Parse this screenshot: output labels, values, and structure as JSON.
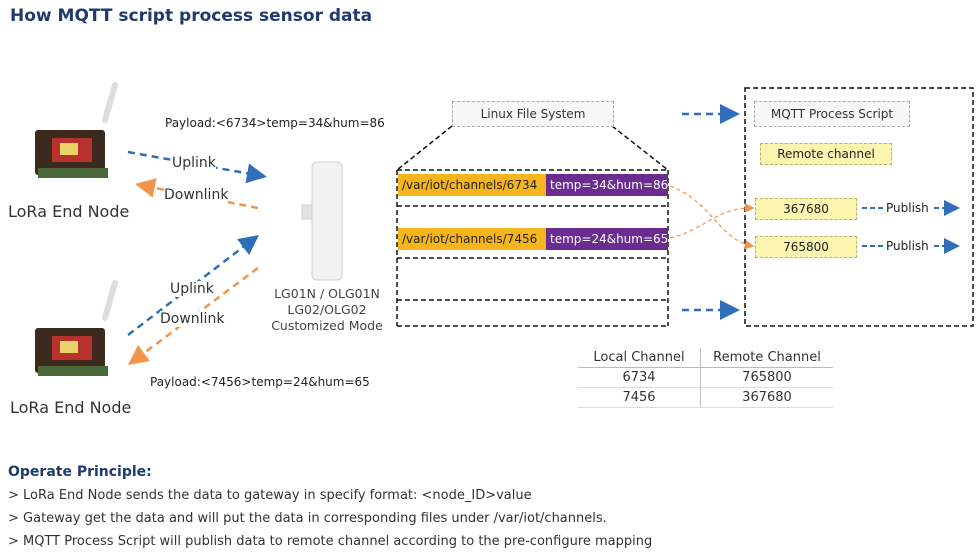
{
  "title": "How MQTT script process sensor data",
  "end_nodes": [
    {
      "label": "LoRa End Node",
      "payload": "Payload:<6734>temp=34&hum=86"
    },
    {
      "label": "LoRa End Node",
      "payload": "Payload:<7456>temp=24&hum=65"
    }
  ],
  "links": {
    "uplink": "Uplink",
    "downlink": "Downlink"
  },
  "gateway": {
    "line1": "LG01N / OLG01N",
    "line2": "LG02/OLG02",
    "line3": "Customized Mode"
  },
  "filesystem": {
    "title": "Linux File System",
    "rows": [
      {
        "path": "/var/iot/channels/6734",
        "value": "temp=34&hum=86"
      },
      {
        "path": "/var/iot/channels/7456",
        "value": "temp=24&hum=65"
      }
    ]
  },
  "mqtt": {
    "title": "MQTT Process Script",
    "remote_label": "Remote channel",
    "channels": [
      "367680",
      "765800"
    ],
    "publish_label": "Publish"
  },
  "mapping_table": {
    "headers": [
      "Local Channel",
      "Remote Channel"
    ],
    "rows": [
      [
        "6734",
        "765800"
      ],
      [
        "7456",
        "367680"
      ]
    ]
  },
  "principle": {
    "title": "Operate Principle:",
    "items": [
      "> LoRa End Node sends the data to gateway in specify format: <node_ID>value",
      "> Gateway get the data and will put the data in corresponding files under /var/iot/channels.",
      "> MQTT Process Script will publish data to remote channel according to the pre-configure mapping"
    ]
  },
  "colors": {
    "uplink": "#2f6fb8",
    "downlink": "#f0954a",
    "path": "#f7b51d",
    "value": "#6a2c91",
    "remote": "#fbf5b0"
  }
}
